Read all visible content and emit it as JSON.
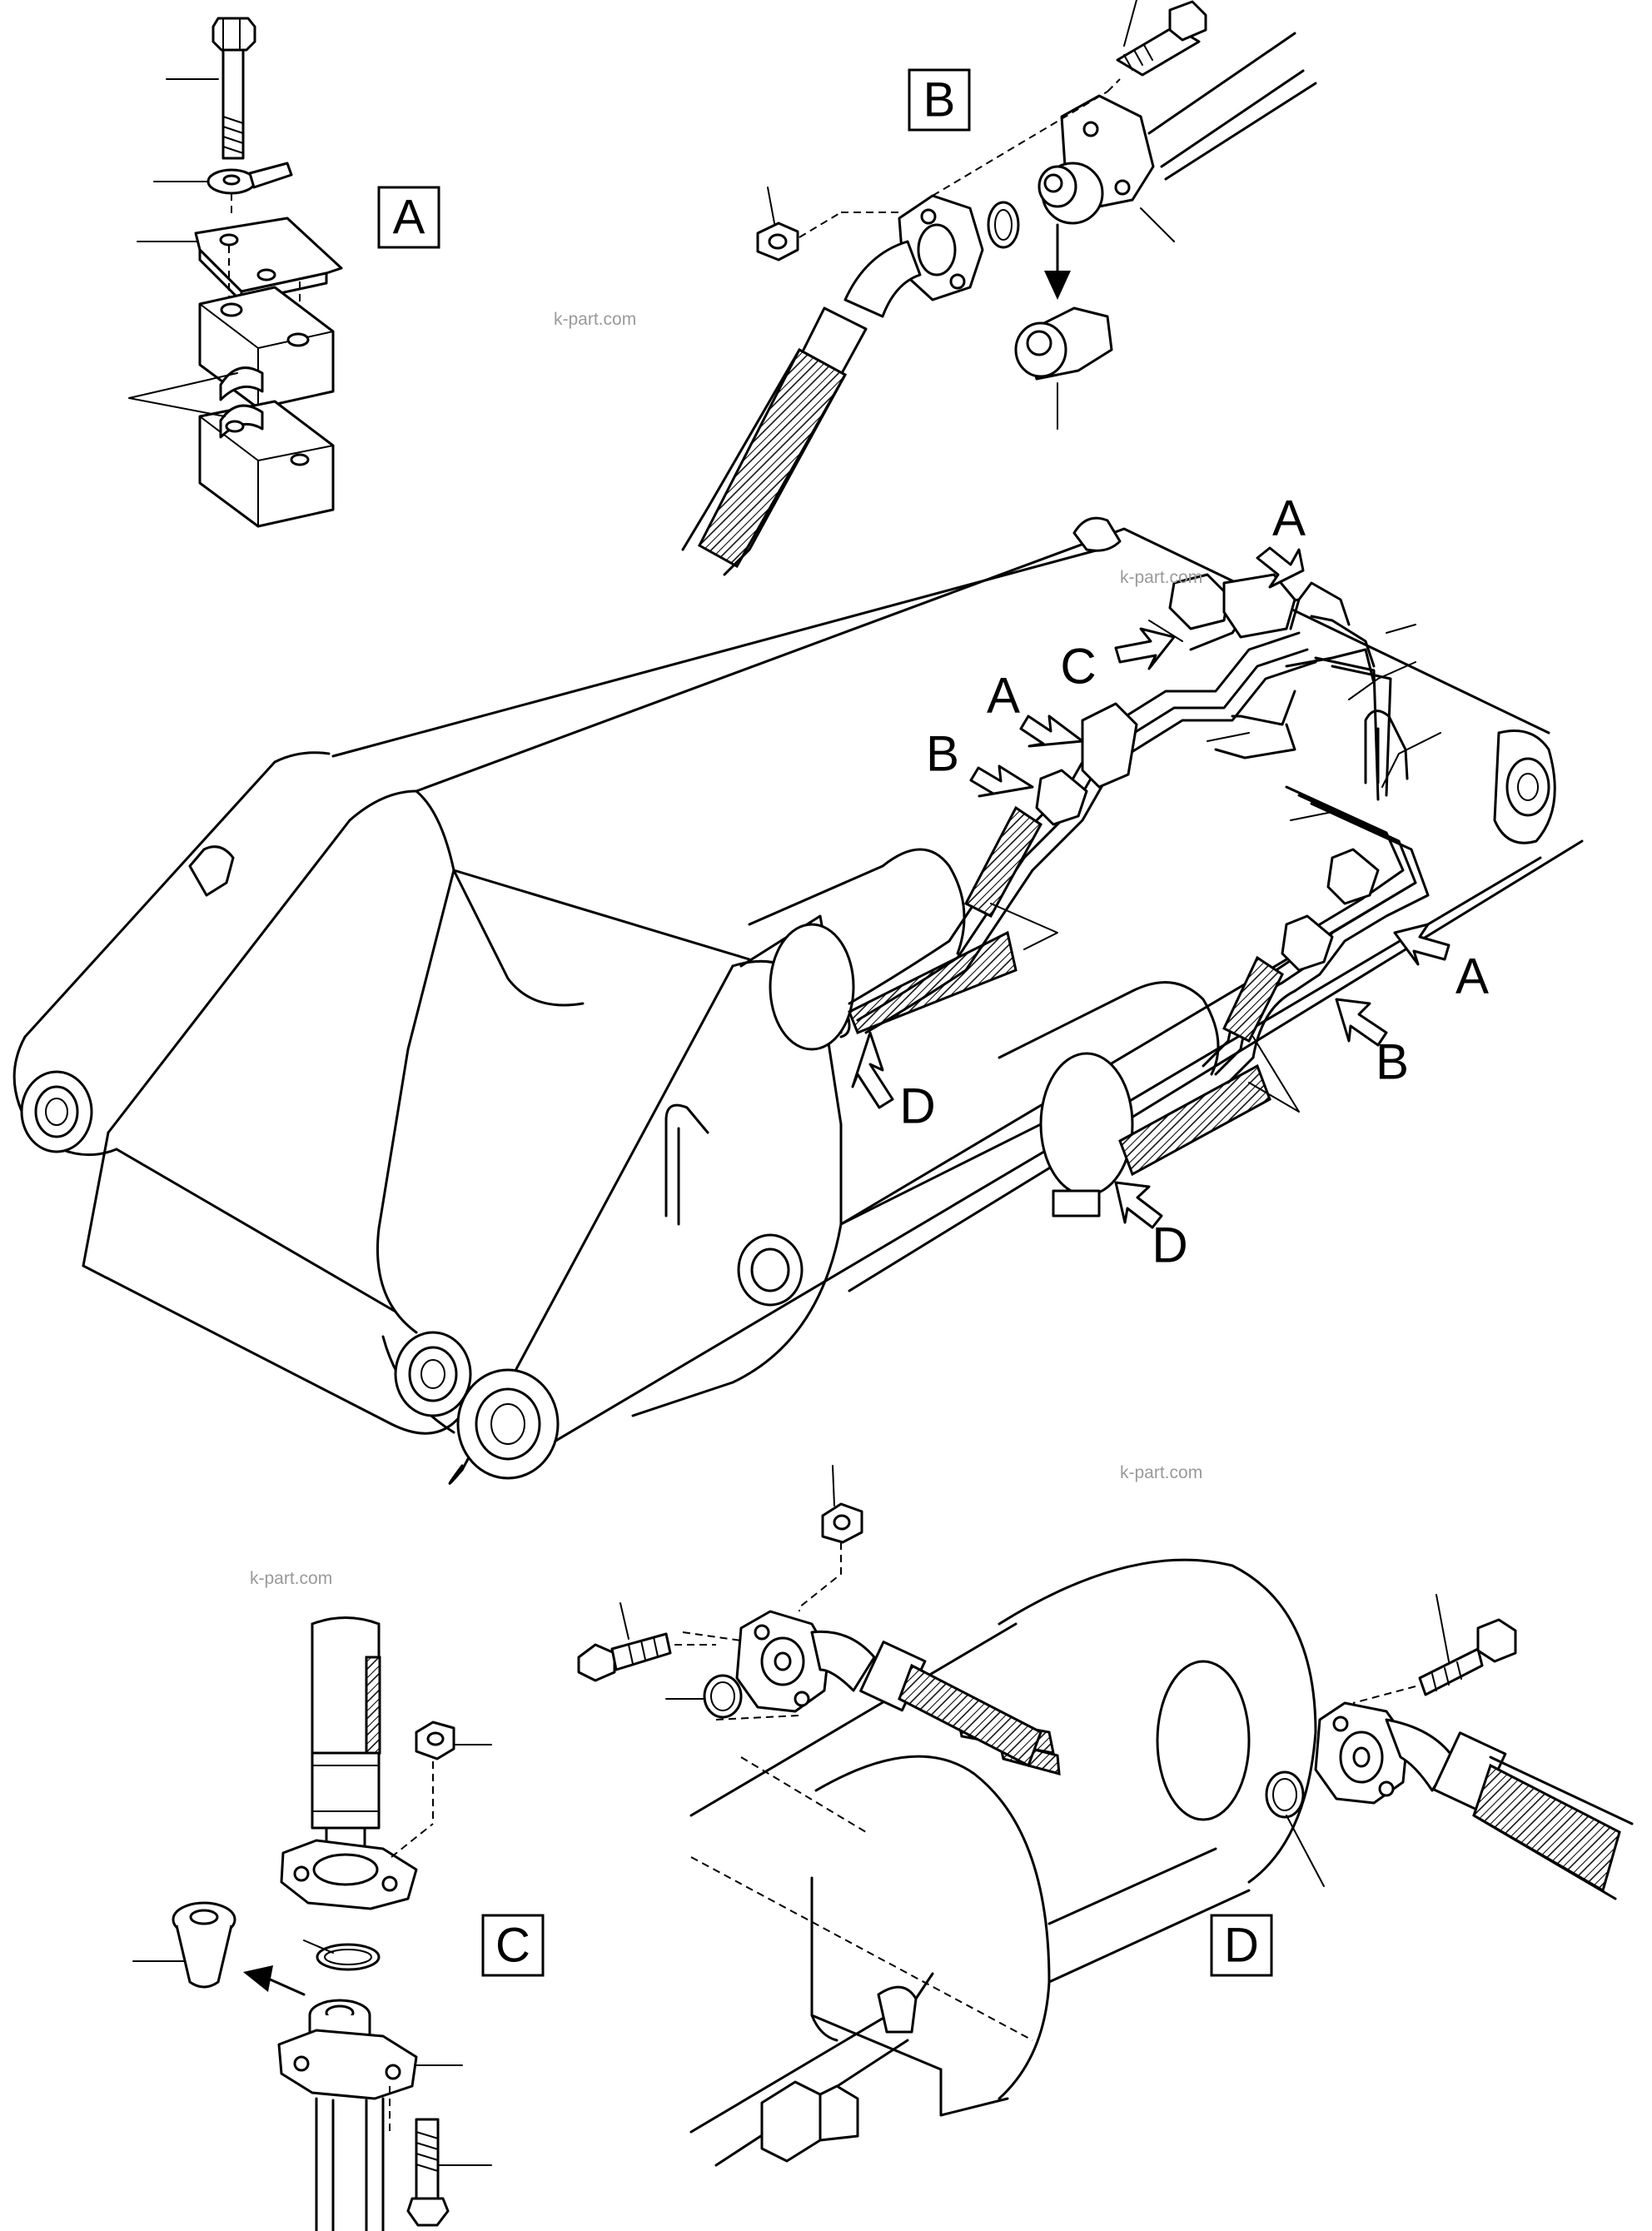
{
  "detail_labels": {
    "a": "A",
    "b": "B",
    "c": "C",
    "d": "D"
  },
  "callouts": [
    {
      "id": "A",
      "text": "A"
    },
    {
      "id": "C",
      "text": "C"
    },
    {
      "id": "A",
      "text": "A"
    },
    {
      "id": "B",
      "text": "B"
    },
    {
      "id": "D",
      "text": "D"
    },
    {
      "id": "A",
      "text": "A"
    },
    {
      "id": "B",
      "text": "B"
    },
    {
      "id": "D",
      "text": "D"
    }
  ],
  "watermarks": [
    "k-part.com",
    "k-part.com",
    "k-part.com",
    "k-part.com"
  ],
  "colors": {
    "line": "#000000",
    "background": "#ffffff",
    "watermark": "#9a9a9a"
  }
}
